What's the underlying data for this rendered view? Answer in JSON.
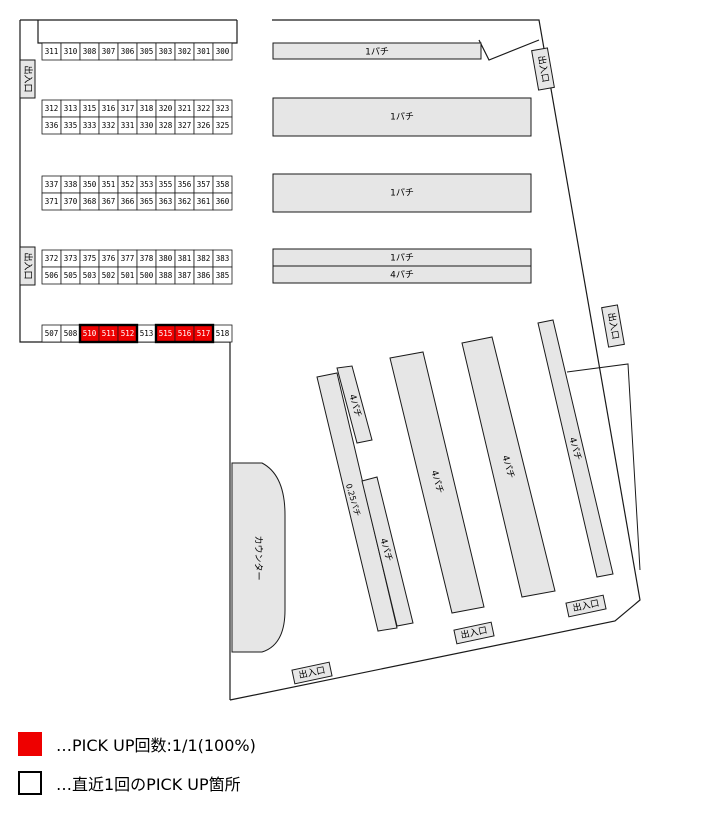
{
  "colors": {
    "pickup": "#ee0000",
    "bank": "#e6e6e6",
    "outline": "#000000",
    "wall": "#1a1a1a"
  },
  "machines": {
    "row_a": [
      "311",
      "310",
      "308",
      "307",
      "306",
      "305",
      "303",
      "302",
      "301",
      "300"
    ],
    "row_b": [
      "312",
      "313",
      "315",
      "316",
      "317",
      "318",
      "320",
      "321",
      "322",
      "323"
    ],
    "row_c": [
      "336",
      "335",
      "333",
      "332",
      "331",
      "330",
      "328",
      "327",
      "326",
      "325"
    ],
    "row_d": [
      "337",
      "338",
      "350",
      "351",
      "352",
      "353",
      "355",
      "356",
      "357",
      "358"
    ],
    "row_e": [
      "371",
      "370",
      "368",
      "367",
      "366",
      "365",
      "363",
      "362",
      "361",
      "360"
    ],
    "row_f": [
      "372",
      "373",
      "375",
      "376",
      "377",
      "378",
      "380",
      "381",
      "382",
      "383"
    ],
    "row_g": [
      "506",
      "505",
      "503",
      "502",
      "501",
      "500",
      "388",
      "387",
      "386",
      "385"
    ],
    "row_h": [
      "507",
      "508",
      "510",
      "511",
      "512",
      "513",
      "515",
      "516",
      "517",
      "518"
    ],
    "pickup_machines": [
      "510",
      "511",
      "512",
      "515",
      "516",
      "517"
    ]
  },
  "zones": {
    "top_strip": "1パチ",
    "bank1": "1パチ",
    "bank2": "1パチ",
    "bank3a": "1パチ",
    "bank3b": "4パチ",
    "diag_a": "4パチ",
    "diag_b": "0.25パチ",
    "diag_c": "4パチ",
    "diag_d": "4パチ",
    "diag_e": "4パチ",
    "diag_f": "4パチ",
    "counter": "カウンター"
  },
  "entrances": {
    "label": "出入口"
  },
  "legend": {
    "pickup": "…PICK UP回数:1/1(100%)",
    "recent": "…直近1回のPICK UP箇所"
  }
}
